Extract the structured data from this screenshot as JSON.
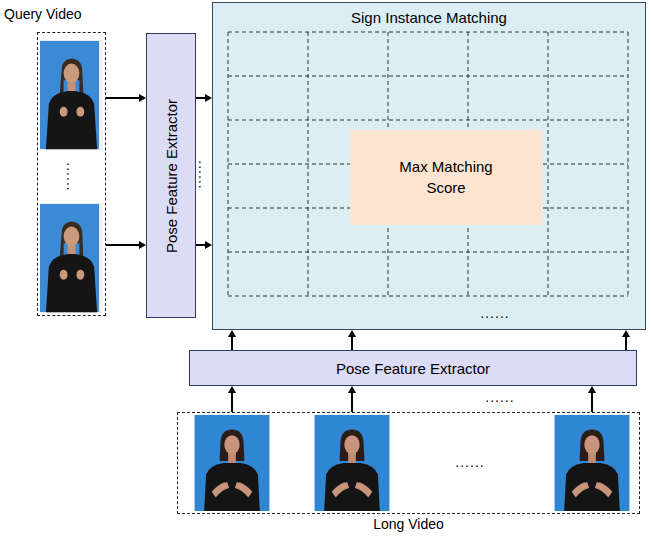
{
  "diagram": {
    "nodes": [
      {
        "text": [
          "Query Video"
        ]
      },
      {
        "text": [
          "Pose Feature Extractor"
        ]
      },
      {
        "text": [
          "Sign Instance Matching"
        ]
      },
      {
        "text": [
          "Max Matching Score"
        ],
        "in": 2
      },
      {
        "text": [
          "Pose Feature Extractor"
        ]
      },
      {
        "text": [
          "Long Video"
        ]
      }
    ],
    "edges": [
      {
        "from": 0,
        "to": 1,
        "arrow": "to"
      },
      {
        "from": 0,
        "to": 1,
        "arrow": "to"
      },
      {
        "from": 1,
        "to": 2,
        "arrow": "to"
      },
      {
        "from": 1,
        "to": 2,
        "arrow": "to"
      },
      {
        "from": 4,
        "to": 2,
        "arrow": "to"
      },
      {
        "from": 4,
        "to": 2,
        "arrow": "to"
      },
      {
        "from": 4,
        "to": 2,
        "arrow": "to"
      },
      {
        "from": 5,
        "to": 4,
        "arrow": "to"
      },
      {
        "from": 5,
        "to": 4,
        "arrow": "to"
      },
      {
        "from": 5,
        "to": 4,
        "arrow": "to"
      }
    ],
    "labels": [
      "......",
      "......",
      "......",
      "......",
      "......"
    ]
  }
}
